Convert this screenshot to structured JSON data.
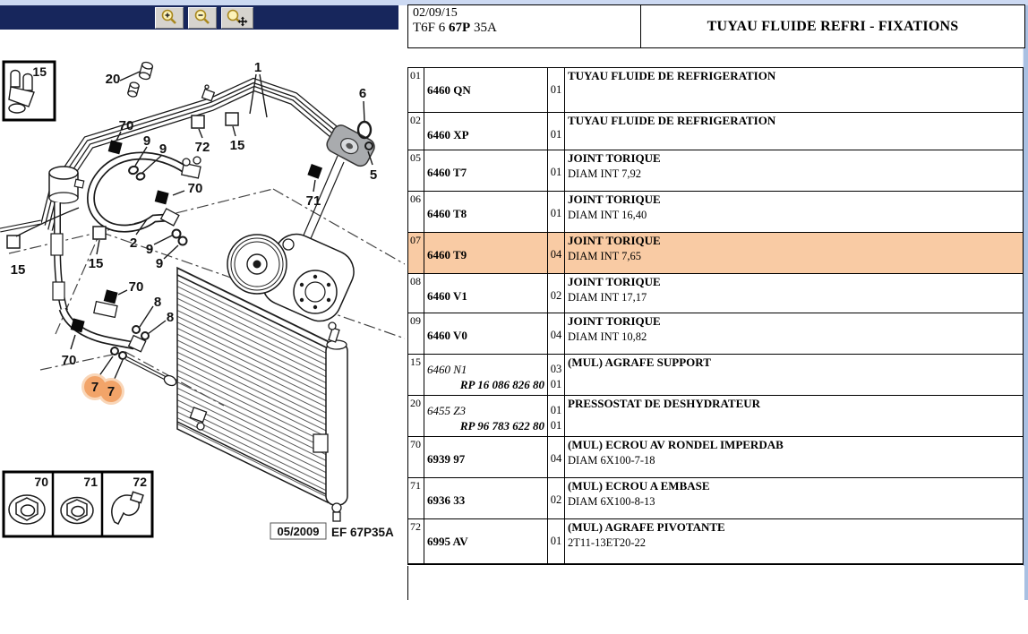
{
  "header": {
    "date": "02/09/15",
    "ref_prefix": "T6F 6 ",
    "ref_bold": "67P",
    "ref_suffix": " 35A",
    "title": "TUYAU FLUIDE REFRI - FIXATIONS"
  },
  "toolbar": {
    "buttons": [
      {
        "name": "zoom-in",
        "icon": "magnifier-plus-icon"
      },
      {
        "name": "zoom-out",
        "icon": "magnifier-minus-icon"
      },
      {
        "name": "zoom-pan",
        "icon": "magnifier-pan-icon"
      }
    ]
  },
  "table": {
    "rows": [
      {
        "ref": "01",
        "part": "6460 QN",
        "rp": "",
        "qty1": "01",
        "qty2": "",
        "desc": "TUYAU FLUIDE DE REFRIGERATION",
        "desc2": "",
        "highlighted": false
      },
      {
        "ref": "02",
        "part": "6460 XP",
        "rp": "",
        "qty1": "01",
        "qty2": "",
        "desc": "TUYAU FLUIDE DE REFRIGERATION",
        "desc2": "",
        "highlighted": false
      },
      {
        "ref": "05",
        "part": "6460 T7",
        "rp": "",
        "qty1": "01",
        "qty2": "",
        "desc": "JOINT TORIQUE",
        "desc2": "DIAM INT 7,92",
        "highlighted": false
      },
      {
        "ref": "06",
        "part": "6460 T8",
        "rp": "",
        "qty1": "01",
        "qty2": "",
        "desc": "JOINT TORIQUE",
        "desc2": "DIAM INT 16,40",
        "highlighted": false
      },
      {
        "ref": "07",
        "part": "6460 T9",
        "rp": "",
        "qty1": "04",
        "qty2": "",
        "desc": "JOINT TORIQUE",
        "desc2": "DIAM INT 7,65",
        "highlighted": true
      },
      {
        "ref": "08",
        "part": "6460 V1",
        "rp": "",
        "qty1": "02",
        "qty2": "",
        "desc": "JOINT TORIQUE",
        "desc2": "DIAM INT 17,17",
        "highlighted": false
      },
      {
        "ref": "09",
        "part": "6460 V0",
        "rp": "",
        "qty1": "04",
        "qty2": "",
        "desc": "JOINT TORIQUE",
        "desc2": "DIAM INT 10,82",
        "highlighted": false
      },
      {
        "ref": "15",
        "part": "6460 N1",
        "rp": "RP 16 086 826 80",
        "qty1": "03",
        "qty2": "01",
        "desc": "(MUL) AGRAFE SUPPORT",
        "desc2": "",
        "highlighted": false
      },
      {
        "ref": "20",
        "part": "6455 Z3",
        "rp": "RP 96 783 622 80",
        "qty1": "01",
        "qty2": "01",
        "desc": "PRESSOSTAT DE DESHYDRATEUR",
        "desc2": "",
        "highlighted": false
      },
      {
        "ref": "70",
        "part": "6939 97",
        "rp": "",
        "qty1": "04",
        "qty2": "",
        "desc": "(MUL) ECROU AV RONDEL IMPERDAB",
        "desc2": "DIAM 6X100-7-18",
        "highlighted": false
      },
      {
        "ref": "71",
        "part": "6936 33",
        "rp": "",
        "qty1": "02",
        "qty2": "",
        "desc": "(MUL) ECROU A EMBASE",
        "desc2": "DIAM 6X100-8-13",
        "highlighted": false
      },
      {
        "ref": "72",
        "part": "6995 AV",
        "rp": "",
        "qty1": "01",
        "qty2": "",
        "desc": "(MUL) AGRAFE PIVOTANTE",
        "desc2": "2T11-13ET20-22",
        "highlighted": false
      }
    ]
  },
  "diagram": {
    "stamp": {
      "date": "05/2009",
      "code": "EF 67P35A"
    },
    "callouts": {
      "inset_top": "15",
      "c20": "20",
      "c1": "1",
      "c6": "6",
      "c5": "5",
      "c71": "71",
      "c70_top": "70",
      "c9_1": "9",
      "c9_2": "9",
      "c72": "72",
      "c15_up": "15",
      "c70_mid": "70",
      "c2": "2",
      "c9_3": "9",
      "c9_4": "9",
      "c15_left": "15",
      "c15_mid": "15",
      "c70_midleft": "70",
      "c8_1": "8",
      "c8_2": "8",
      "c70_bl": "70",
      "c7_1": "7",
      "c7_2": "7",
      "inset70": "70",
      "inset71": "71",
      "inset72": "72"
    }
  },
  "colors": {
    "navy_bar": "#17265c",
    "top_strip": "#ccd9f2",
    "highlight_row": "#f9cba4",
    "highlight_circle": "#f2a469",
    "highlight_ring": "#f9d6b8",
    "button_face": "#d6d3ce",
    "fitting_gray": "#a9abae"
  }
}
